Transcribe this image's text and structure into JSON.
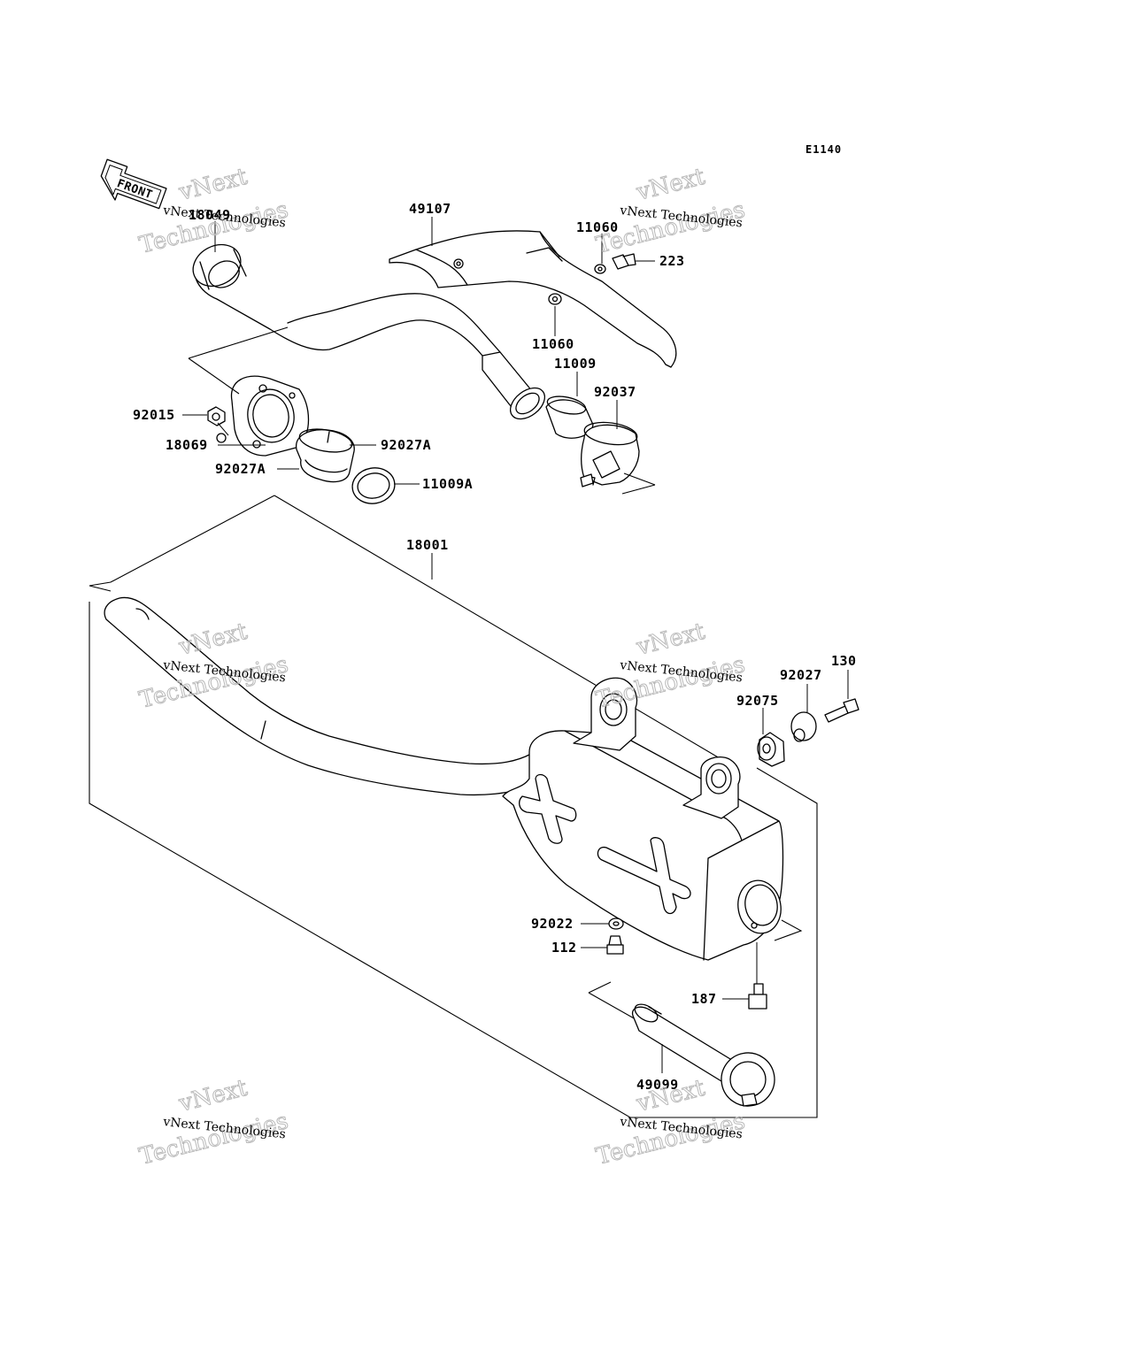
{
  "diagram": {
    "code": "E1140",
    "front_label": "FRONT",
    "watermark": {
      "line1": "vNext Technologies",
      "line2a": "vNext",
      "line2b": "Technologies"
    },
    "parts": {
      "p18049": "18049",
      "p49107": "49107",
      "p11060a": "11060",
      "p223": "223",
      "p11060b": "11060",
      "p11009": "11009",
      "p92037": "92037",
      "p92015": "92015",
      "p18069": "18069",
      "p92027Aa": "92027A",
      "p92027Ab": "92027A",
      "p11009A": "11009A",
      "p18001": "18001",
      "p130": "130",
      "p92027": "92027",
      "p92075": "92075",
      "p92022": "92022",
      "p112": "112",
      "p187": "187",
      "p49099": "49099"
    }
  }
}
